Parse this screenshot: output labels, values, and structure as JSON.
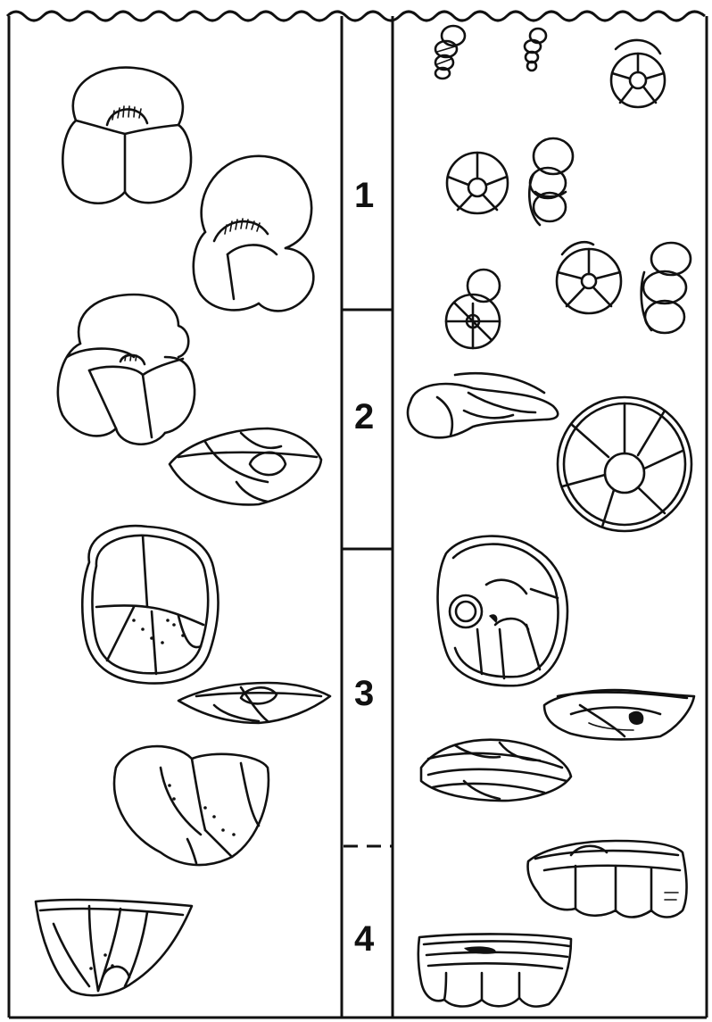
{
  "zones": [
    {
      "label": "1"
    },
    {
      "label": "2"
    },
    {
      "label": "3"
    },
    {
      "label": "4"
    }
  ],
  "boundaries": [
    {
      "between": [
        "1",
        "2"
      ],
      "style": "solid"
    },
    {
      "between": [
        "2",
        "3"
      ],
      "style": "solid"
    },
    {
      "between": [
        "3",
        "4"
      ],
      "style": "dashed"
    }
  ],
  "columns": {
    "left": {
      "content": "foraminifera-drawings"
    },
    "center": {
      "content": "zone-numbers"
    },
    "right": {
      "content": "foraminifera-drawings"
    }
  },
  "colors": {
    "ink": "#111111",
    "paper": "#ffffff"
  }
}
